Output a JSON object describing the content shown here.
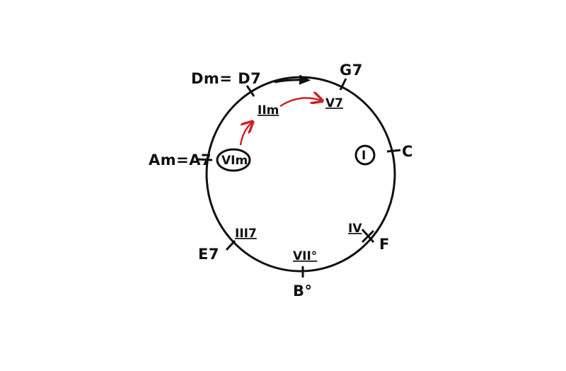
{
  "colors": {
    "ink": "#111111",
    "arrow": "#cc2222",
    "background": "#ffffff"
  },
  "outer_labels": {
    "dm_d7": "Dm= D7",
    "g7": "G7",
    "c": "C",
    "am_a7": "Am=A7",
    "e7": "E7",
    "b_dim": "B°",
    "f": "F"
  },
  "degree_labels": {
    "ii_m": "IIm",
    "v7": "V7",
    "i": "I",
    "vi_m": "VIm",
    "iii7": "III7",
    "vii_dim": "VII°",
    "iv": "IV"
  }
}
